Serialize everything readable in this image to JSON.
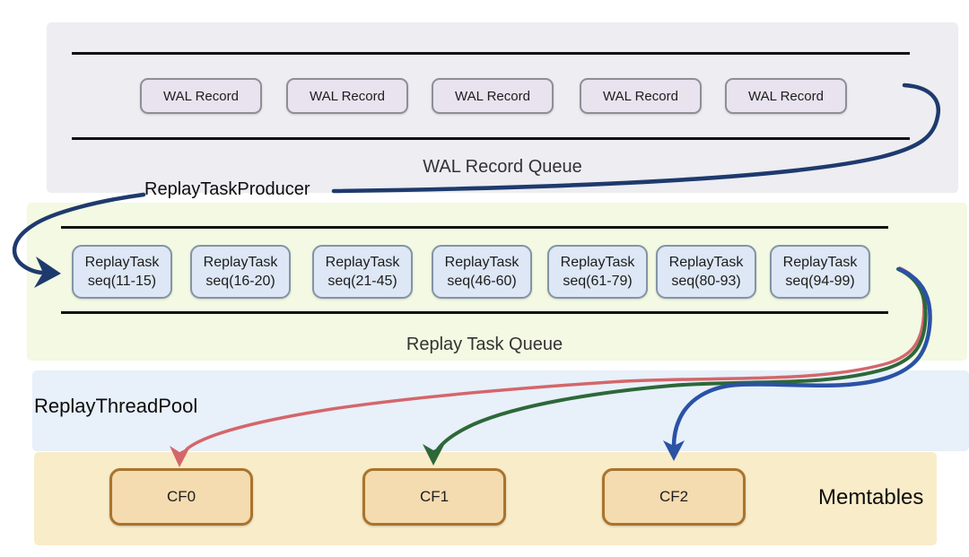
{
  "wal_queue": {
    "label": "WAL Record Queue",
    "records": [
      "WAL Record",
      "WAL Record",
      "WAL Record",
      "WAL Record",
      "WAL Record"
    ]
  },
  "producer": {
    "label": "ReplayTaskProducer"
  },
  "replay_queue": {
    "label": "Replay Task Queue",
    "tasks": [
      {
        "title": "ReplayTask",
        "seq": "seq(11-15)"
      },
      {
        "title": "ReplayTask",
        "seq": "seq(16-20)"
      },
      {
        "title": "ReplayTask",
        "seq": "seq(21-45)"
      },
      {
        "title": "ReplayTask",
        "seq": "seq(46-60)"
      },
      {
        "title": "ReplayTask",
        "seq": "seq(61-79)"
      },
      {
        "title": "ReplayTask",
        "seq": "seq(80-93)"
      },
      {
        "title": "ReplayTask",
        "seq": "seq(94-99)"
      }
    ]
  },
  "thread_pool": {
    "label": "ReplayThreadPool"
  },
  "memtables": {
    "label": "Memtables",
    "column_families": [
      {
        "label": "CF0"
      },
      {
        "label": "CF1"
      },
      {
        "label": "CF2"
      }
    ]
  },
  "colors": {
    "navy_arrow": "#1e3a6d",
    "blue_arrow": "#2a52a5",
    "green_arrow": "#2d6839",
    "red_arrow": "#d4666b",
    "band_wal": "#ededf2",
    "band_replay": "#f3f9e2",
    "band_pool": "#e8f0f9",
    "band_memtables": "#f9ecc9",
    "queue_line": "#111111"
  }
}
